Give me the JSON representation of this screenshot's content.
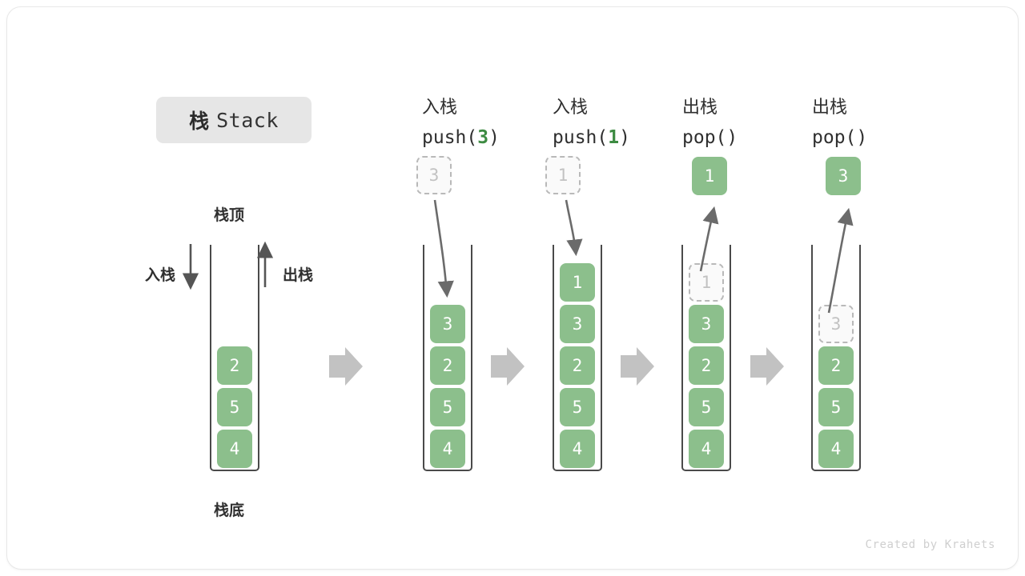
{
  "title": {
    "cjk": "栈",
    "latin": "Stack"
  },
  "labels": {
    "top": "栈顶",
    "bottom": "栈底",
    "push_side": "入栈",
    "pop_side": "出栈"
  },
  "footer": "Created by Krahets",
  "colors": {
    "cell_fill": "#8cbf8c",
    "cell_text": "#ffffff",
    "ghost_fill": "#fafafa",
    "ghost_border": "#b9b9b9",
    "ghost_text": "#c2c2c2",
    "arrow_gray": "#c0c0c0",
    "stroke_dark": "#6b6b6b",
    "tube_border": "#4a4a4a",
    "accent_green": "#3d8b42",
    "chip_bg": "#e6e6e6"
  },
  "steps": [
    {
      "id": "initial",
      "op_line1": "",
      "op_line2": "",
      "op_arg": "",
      "cells": [
        "2",
        "5",
        "4"
      ],
      "ghost_index": -1,
      "floating": null
    },
    {
      "id": "push-3",
      "op_line1": "入栈",
      "op_line2_prefix": "push(",
      "op_arg": "3",
      "op_line2_suffix": ")",
      "cells": [
        "3",
        "2",
        "5",
        "4"
      ],
      "ghost_index": -1,
      "floating": {
        "value": "3",
        "style": "ghost",
        "direction": "down"
      }
    },
    {
      "id": "push-1",
      "op_line1": "入栈",
      "op_line2_prefix": "push(",
      "op_arg": "1",
      "op_line2_suffix": ")",
      "cells": [
        "1",
        "3",
        "2",
        "5",
        "4"
      ],
      "ghost_index": -1,
      "floating": {
        "value": "1",
        "style": "ghost",
        "direction": "down"
      }
    },
    {
      "id": "pop-1",
      "op_line1": "出栈",
      "op_line2_prefix": "pop(",
      "op_arg": "",
      "op_line2_suffix": ")",
      "cells": [
        "1",
        "3",
        "2",
        "5",
        "4"
      ],
      "ghost_index": 0,
      "floating": {
        "value": "1",
        "style": "filled",
        "direction": "up"
      }
    },
    {
      "id": "pop-3",
      "op_line1": "出栈",
      "op_line2_prefix": "pop(",
      "op_arg": "",
      "op_line2_suffix": ")",
      "cells": [
        "3",
        "2",
        "5",
        "4"
      ],
      "ghost_index": 0,
      "floating": {
        "value": "3",
        "style": "filled",
        "direction": "up"
      }
    }
  ],
  "step_headers": [
    {
      "line1": "入栈",
      "prefix": "push(",
      "arg": "3",
      "suffix": ")"
    },
    {
      "line1": "入栈",
      "prefix": "push(",
      "arg": "1",
      "suffix": ")"
    },
    {
      "line1": "出栈",
      "prefix": "pop(",
      "arg": "",
      "suffix": ")"
    },
    {
      "line1": "出栈",
      "prefix": "pop(",
      "arg": "",
      "suffix": ")"
    }
  ],
  "stacks": [
    {
      "name": "stack-initial",
      "cells": [
        "2",
        "5",
        "4"
      ],
      "ghost_top": null
    },
    {
      "name": "stack-after-push-3",
      "cells": [
        "3",
        "2",
        "5",
        "4"
      ],
      "ghost_top": null
    },
    {
      "name": "stack-after-push-1",
      "cells": [
        "1",
        "3",
        "2",
        "5",
        "4"
      ],
      "ghost_top": null
    },
    {
      "name": "stack-popping-1",
      "cells": [
        "3",
        "2",
        "5",
        "4"
      ],
      "ghost_top": "1"
    },
    {
      "name": "stack-popping-3",
      "cells": [
        "2",
        "5",
        "4"
      ],
      "ghost_top": "3"
    }
  ],
  "floating_boxes": [
    {
      "name": "push-source-3",
      "value": "3",
      "style": "ghost"
    },
    {
      "name": "push-source-1",
      "value": "1",
      "style": "ghost"
    },
    {
      "name": "popped-1",
      "value": "1",
      "style": "filled"
    },
    {
      "name": "popped-3",
      "value": "3",
      "style": "filled"
    }
  ],
  "flow_arrows": 4
}
